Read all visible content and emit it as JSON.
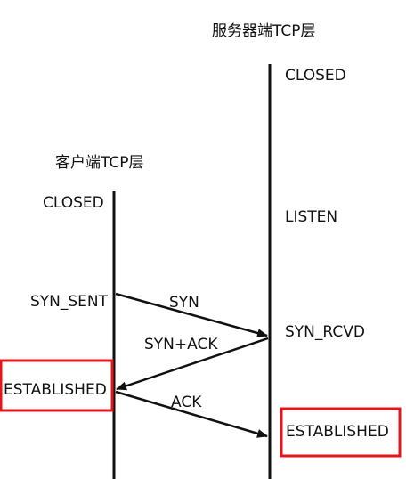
{
  "server": {
    "title": "服务器端TCP层",
    "states": {
      "closed": "CLOSED",
      "listen": "LISTEN",
      "syn_rcvd": "SYN_RCVD",
      "established": "ESTABLISHED"
    }
  },
  "client": {
    "title": "客户端TCP层",
    "states": {
      "closed": "CLOSED",
      "syn_sent": "SYN_SENT",
      "established": "ESTABLISHED"
    }
  },
  "messages": {
    "syn": "SYN",
    "syn_ack": "SYN+ACK",
    "ack": "ACK"
  },
  "highlight_color": "#e8141a"
}
